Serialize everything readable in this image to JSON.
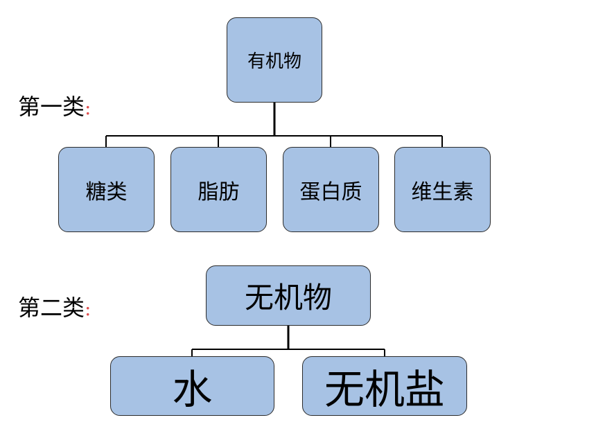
{
  "group1": {
    "label": "第一类",
    "colon": ":",
    "root": "有机物",
    "children": [
      "糖类",
      "脂肪",
      "蛋白质",
      "维生素"
    ]
  },
  "group2": {
    "label": "第二类",
    "colon": ":",
    "root": "无机物",
    "children": [
      "水",
      "无机盐"
    ]
  }
}
